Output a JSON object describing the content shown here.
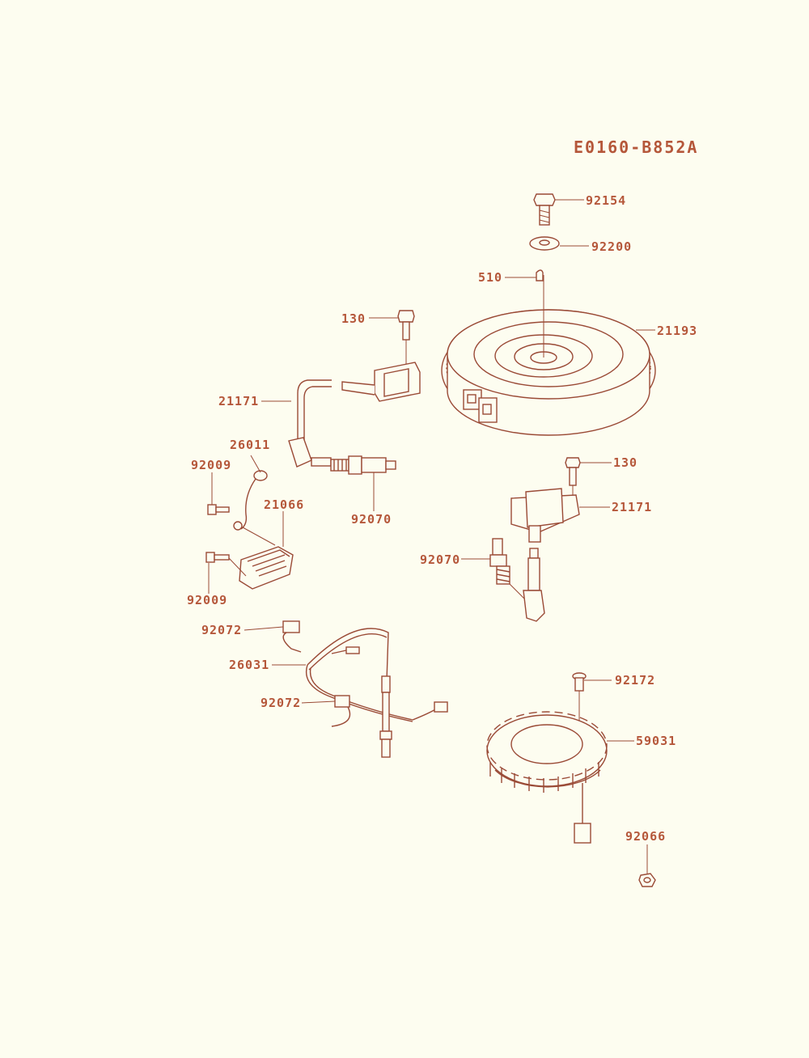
{
  "diagram_code": "E0160-B852A",
  "colors": {
    "ink": "#9a4a36",
    "label": "#b5573a",
    "paper": "#fdfdf0"
  },
  "callouts": {
    "c92154": "92154",
    "c92200": "92200",
    "c510": "510",
    "c130_top": "130",
    "c21193": "21193",
    "c21171_left": "21171",
    "c26011": "26011",
    "c92009_top": "92009",
    "c21066": "21066",
    "c92070_left": "92070",
    "c92009_bottom": "92009",
    "c130_right": "130",
    "c21171_right": "21171",
    "c92070_right": "92070",
    "c92072_top": "92072",
    "c26031": "26031",
    "c92072_bottom": "92072",
    "c92172": "92172",
    "c59031": "59031",
    "c92066": "92066"
  }
}
